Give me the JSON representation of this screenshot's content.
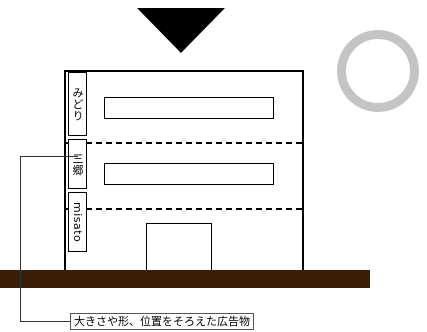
{
  "signs": [
    "みどり",
    "三郷",
    "misato"
  ],
  "caption": "大きさや形、位置をそろえた広告物",
  "colors": {
    "ground": "#3a1e08",
    "circle": "#c4c4c4",
    "line": "#000000"
  }
}
